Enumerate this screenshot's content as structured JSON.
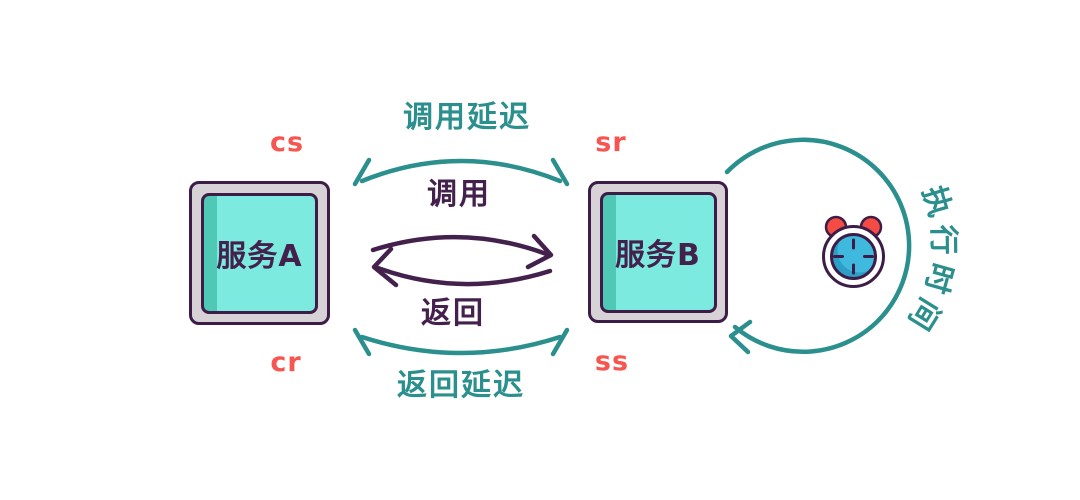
{
  "diagram": {
    "title_implicit": "rpc-latency-diagram",
    "colors": {
      "teal": "#2b8f8e",
      "purple_stroke": "#44204d",
      "box_border": "#3d1c47",
      "coral_label": "#f7554f",
      "bell_red": "#f44b45",
      "box_frame_gray": "#d6d2d6",
      "box_fill": "#7ceade",
      "box_strip": "#4fc8b6",
      "clock_face": "#3fbade",
      "clock_face_shade": "#2d9ec6",
      "background": "#ffffff"
    }
  },
  "nodes": {
    "service_a": {
      "label": "服务A"
    },
    "service_b": {
      "label": "服务B"
    }
  },
  "labels": {
    "cs": "cs",
    "sr": "sr",
    "cr": "cr",
    "ss": "ss",
    "call_latency": "调用延迟",
    "call": "调用",
    "return": "返回",
    "return_latency": "返回延迟",
    "execution_time": "执行时间"
  },
  "icons": {
    "clock": "alarm-clock-icon"
  }
}
